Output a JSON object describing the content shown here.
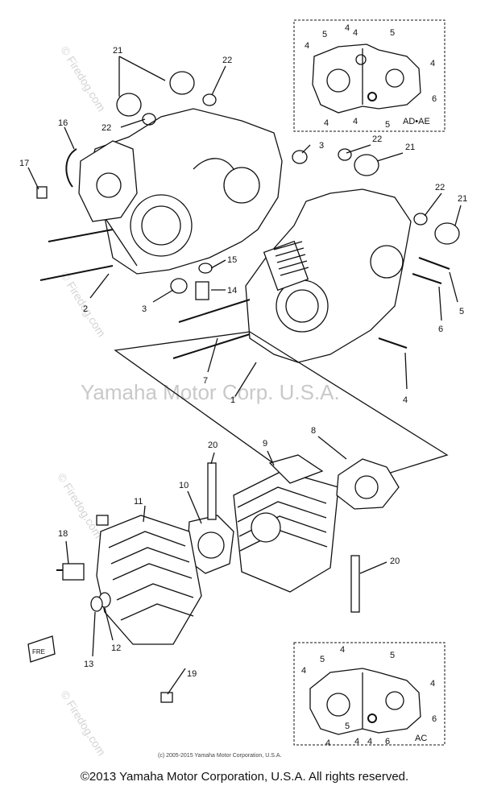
{
  "watermark": {
    "main": "Yamaha Motor Corp. U.S.A.",
    "side": "© Firedog.com"
  },
  "credits": {
    "small": "(c) 2005-2015 Yamaha Motor Corporation, U.S.A.",
    "copyright": "©2013 Yamaha Motor Corporation, U.S.A. All rights reserved."
  },
  "insets": {
    "top": "AD•AE",
    "bottom": "AC"
  },
  "front_marker": "FRE",
  "callouts": {
    "c1": "1",
    "c2": "2",
    "c3a": "3",
    "c3b": "3",
    "c4a": "4",
    "c4b": "4",
    "c5": "5",
    "c6": "6",
    "c7": "7",
    "c8": "8",
    "c9": "9",
    "c10": "10",
    "c11": "11",
    "c12": "12",
    "c13": "13",
    "c14": "14",
    "c15": "15",
    "c16": "16",
    "c17": "17",
    "c18": "18",
    "c19": "19",
    "c20a": "20",
    "c20b": "20",
    "c21a": "21",
    "c21b": "21",
    "c21c": "21",
    "c22a": "22",
    "c22b": "22",
    "c22c": "22",
    "c22d": "22"
  },
  "inset_callouts_top": {
    "a": "5",
    "b": "4",
    "c": "5",
    "d": "4",
    "e": "4",
    "f": "6",
    "g": "4",
    "h": "4",
    "i": "5",
    "j": "4"
  },
  "inset_callouts_bottom": {
    "a": "4",
    "b": "5",
    "c": "4",
    "d": "5",
    "e": "4",
    "f": "4",
    "g": "6",
    "h": "4",
    "i": "4",
    "j": "6",
    "k": "5"
  }
}
